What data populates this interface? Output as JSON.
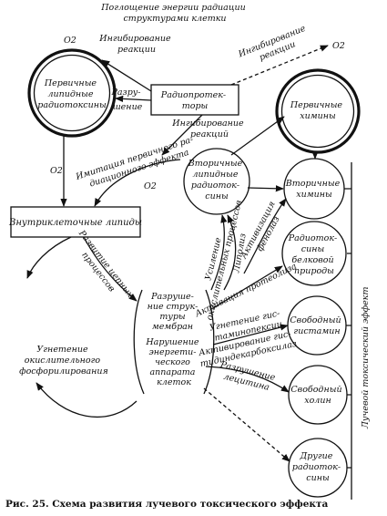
{
  "title": [
    "Поглощение энергии радиации",
    "структурами клетки"
  ],
  "o2": "O2",
  "nodes": {
    "primary_lipid": [
      "Первичные",
      "липидные",
      "радиотоксины"
    ],
    "radioprotectors": [
      "Радиопротек-",
      "торы"
    ],
    "primary_chimins": [
      "Первичные",
      "химины"
    ],
    "secondary_lipid": [
      "Вторичные",
      "липидные",
      "радиоток-",
      "сины"
    ],
    "intracellular_lipids": "Внутриклеточные липиды",
    "secondary_chimins": [
      "Вторичные",
      "химины"
    ],
    "protein_radiotoxins": [
      "Радиоток-",
      "сины",
      "белковой",
      "природы"
    ],
    "free_histamine": [
      "Свободный",
      "гистамин"
    ],
    "free_choline": [
      "Свободный",
      "холин"
    ],
    "other_radiotoxins": [
      "Другие",
      "радиоток-",
      "сины"
    ],
    "oxidative_phosphorylation": [
      "Угнетение",
      "окислительного",
      "фосфорилирования"
    ],
    "membrane_block": [
      "Разруше-",
      "ние струк-",
      "туры",
      "мембран",
      "Нарушение",
      "энергети-",
      "ческого",
      "аппарата",
      "клеток"
    ]
  },
  "labels": {
    "inhibition_left": [
      "Ингибирование",
      "реакции"
    ],
    "inhibition_right": [
      "Ингибирование",
      "реакции"
    ],
    "destruction": [
      "Разру-",
      "шение"
    ],
    "inhibition_reactions": [
      "Ингибирование",
      "реакций"
    ],
    "imitation": [
      "Имитация первичного ра-",
      "диационного эффекта"
    ],
    "chain": [
      "Развитие цепных",
      "процессов"
    ],
    "lipolysis": "Липолиз",
    "phenolase": [
      "Активизация",
      "фенолаз"
    ],
    "oxidative": [
      "Усиление",
      "окислительных процессов"
    ],
    "proteolysis": "Активация протеолиза",
    "histaminopexia": [
      "Угнетение гис-",
      "таминопексии"
    ],
    "histidine_decarb": [
      "Активирование гис-",
      "тидиндекарбоксилаз"
    ],
    "lecithin": [
      "Разрушение",
      "лецитина"
    ],
    "radiation_toxic": "Лучевой токсический эффект"
  },
  "caption": "Рис. 25. Схема развития лучевого токсического эффекта"
}
